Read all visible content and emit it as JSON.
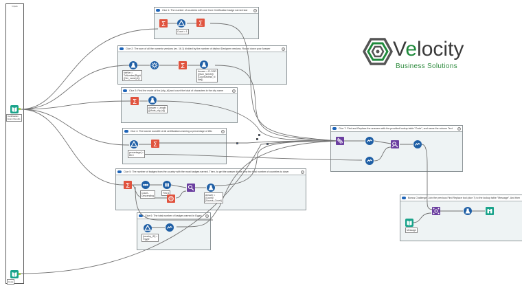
{
  "canvas": {
    "input_box": {
      "label": "Inputs"
    },
    "inputs": [
      {
        "name": "certifications-input",
        "label": "Certification\nExam Results"
      },
      {
        "name": "code-input",
        "label": "Code"
      }
    ]
  },
  "containers": [
    {
      "id": "q1",
      "title": "Clue 1: The number of countries with one Core Certification badge earned  last"
    },
    {
      "id": "q2",
      "title": "Clue 2: The sum of all the numeric versions (ex. 16.1) divided by the number of distinct Designer versions. Round down your  Answer"
    },
    {
      "id": "q3",
      "title": "Clue 3: Find the mode of the [city_id] and count the total of characters in the  city name"
    },
    {
      "id": "q4",
      "title": "Clue 4: The lowest roundID of all certifications earning a percentage of 85x"
    },
    {
      "id": "q5",
      "title": "Clue 5: The number of badges from the country with the most badges earned. Then, to get the answer divide it by the total number of countries  to down"
    },
    {
      "id": "q6",
      "title": "Clue 6: The total number of badges earned in  Egypt"
    },
    {
      "id": "q7",
      "title": "Clue 7: Find and Replace the answers with the provided lookup table \"Code\", and name the column  Text"
    },
    {
      "id": "bonus",
      "title": "Bonus Challenge: Join the previous Find Replace tool (clue 7) to the lookup table \"Message\". And then"
    }
  ],
  "annotations": {
    "q1_filter": "Count = 1",
    "q2_formula": "NetVer =\nToNumber(Right\n([Ver_name],4))",
    "q2_answer": "Answer = FLOOR\n([Sum_NetVer]/\n[CountDistinct_N\nNet])",
    "q3_formula": "Answer = Length\n([Mode_city_id])",
    "q4_filter": "percentage] =\n85.0",
    "q5_sort": "Count -\nDescending",
    "q5_sample": "First 1",
    "q5_answer": "Answer =\n[Count]/\n[Source_Count]",
    "q6_filter": "[country_ID] =\n'Egypt'",
    "bonus_input": "Message"
  },
  "logo": {
    "brand_prefix": "V",
    "brand_green": "e",
    "brand_rest": "locity",
    "tagline": "Business  Solutions"
  },
  "colors": {
    "summarize": "#e0533e",
    "formula_blue": "#1f5fa5",
    "filter_blue": "#1f5fa5",
    "input_teal": "#1aa38b",
    "purple_tool": "#6b3fa0",
    "anchor_green": "#a8cf45",
    "brand_green": "#1f8a3c"
  }
}
